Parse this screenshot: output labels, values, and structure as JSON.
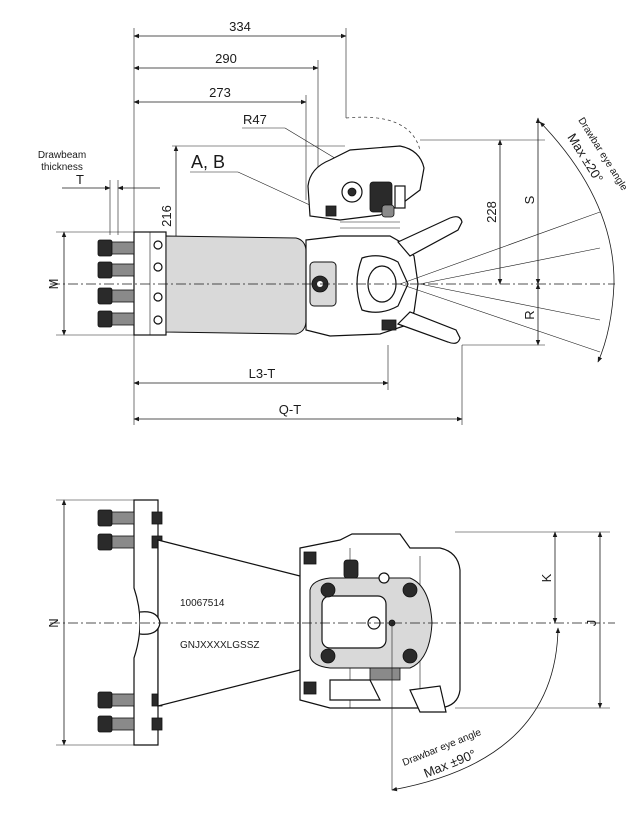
{
  "dimensions": {
    "d334": "334",
    "d290": "290",
    "d273": "273",
    "r47": "R47",
    "ab": "A, B",
    "d216": "216",
    "d228": "228",
    "s": "S",
    "r": "R",
    "m": "M",
    "t": "T",
    "l3t": "L3-T",
    "qt": "Q-T",
    "n": "N",
    "k": "K",
    "j": "J"
  },
  "labels": {
    "drawbeam_line1": "Drawbeam",
    "drawbeam_line2": "thickness",
    "eye_angle_top": "Drawbar eye angle",
    "eye_max_top": "Max ±20°",
    "eye_angle_bottom": "Drawbar eye angle",
    "eye_max_bottom": "Max ±90°"
  },
  "markings": {
    "part_number": "10067514",
    "serial": "GNJXXXXLGSSZ"
  }
}
